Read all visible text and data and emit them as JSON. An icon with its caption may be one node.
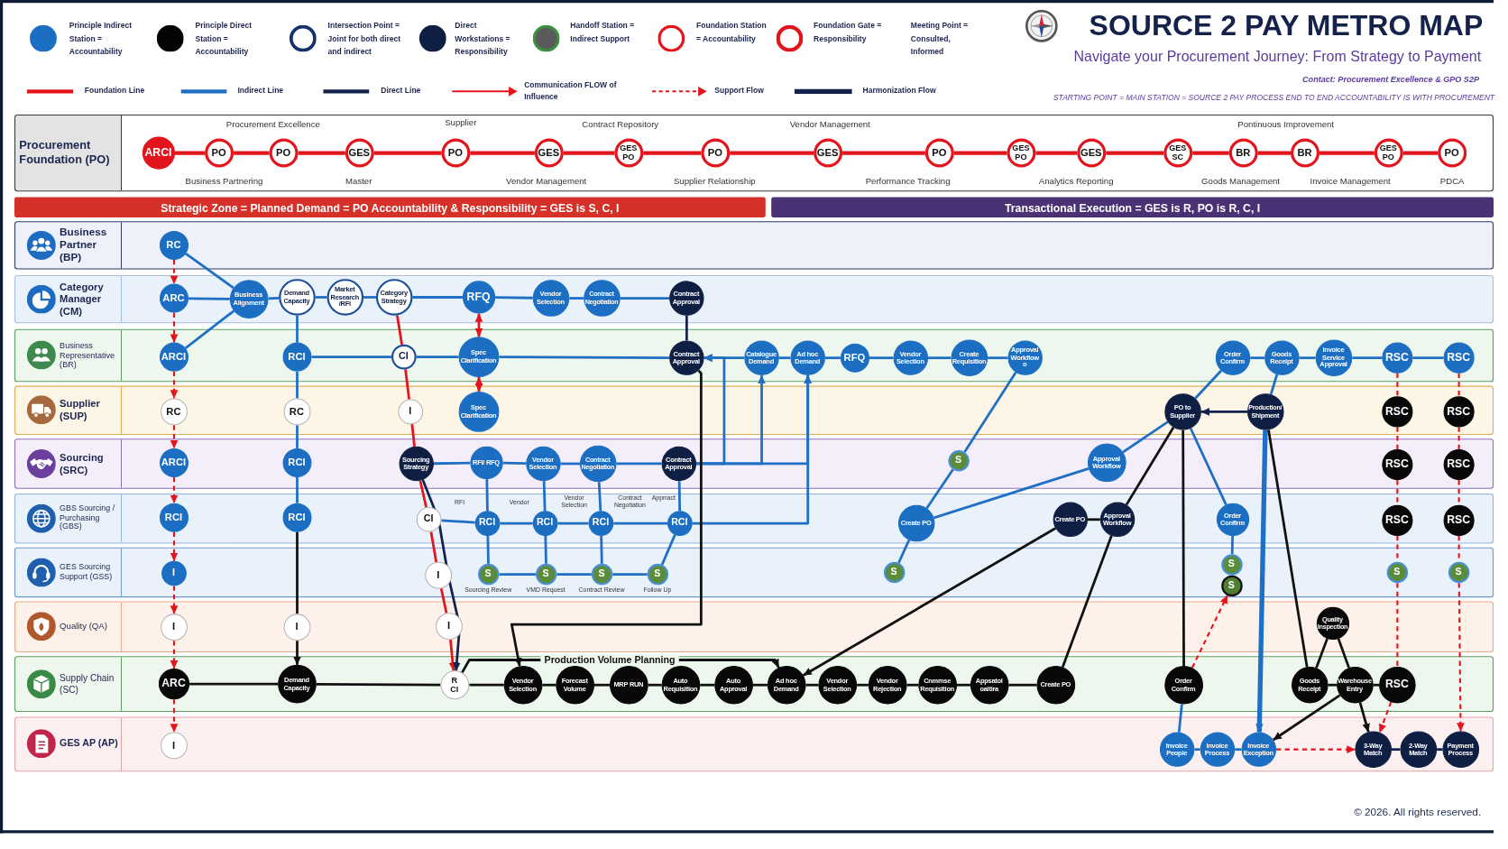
{
  "diagram": {
    "title": "SOURCE 2 PAY METRO MAP",
    "nodes": [
      {
        "text": [
          "Procurement Foundation (PO)"
        ]
      },
      {
        "text": [
          "ARCI"
        ],
        "in": 0
      },
      {
        "text": [
          "PO"
        ],
        "in": 0
      },
      {
        "text": [
          "PO"
        ],
        "in": 0
      },
      {
        "text": [
          "GES"
        ],
        "in": 0
      },
      {
        "text": [
          "PO"
        ],
        "in": 0
      },
      {
        "text": [
          "GES"
        ],
        "in": 0
      },
      {
        "text": [
          "GES PO"
        ],
        "in": 0
      },
      {
        "text": [
          "PO"
        ],
        "in": 0
      },
      {
        "text": [
          "GES"
        ],
        "in": 0
      },
      {
        "text": [
          "PO"
        ],
        "in": 0
      },
      {
        "text": [
          "GES PO"
        ],
        "in": 0
      },
      {
        "text": [
          "GES"
        ],
        "in": 0
      },
      {
        "text": [
          "GES SC"
        ],
        "in": 0
      },
      {
        "text": [
          "BR"
        ],
        "in": 0
      },
      {
        "text": [
          "BR"
        ],
        "in": 0
      },
      {
        "text": [
          "GES PO"
        ],
        "in": 0
      },
      {
        "text": [
          "PO"
        ],
        "in": 0
      },
      {
        "text": [
          "Strategic Zone = Planned Demand = PO Accountability & Responsibility = GES is S, C, I"
        ]
      },
      {
        "text": [
          "Transactional Execution = GES is R, PO is R, C, I"
        ]
      },
      {
        "text": [
          "Business Partner (BP)"
        ]
      },
      {
        "text": [
          "RC"
        ],
        "in": 20
      },
      {
        "text": [
          "Category Manager (CM)"
        ]
      },
      {
        "text": [
          "ARC"
        ],
        "in": 22
      },
      {
        "text": [
          "Business Alignment"
        ],
        "in": 22
      },
      {
        "text": [
          "Demand Capacity"
        ],
        "in": 22
      },
      {
        "text": [
          "Market Research /RFI"
        ],
        "in": 22
      },
      {
        "text": [
          "Category Strategy"
        ],
        "in": 22
      },
      {
        "text": [
          "RFQ"
        ],
        "in": 22
      },
      {
        "text": [
          "Vendor Selection"
        ],
        "in": 22
      },
      {
        "text": [
          "Contract Negotiation"
        ],
        "in": 22
      },
      {
        "text": [
          "Contract Approval"
        ],
        "in": 22
      },
      {
        "text": [
          "Business Representative (BR)"
        ]
      },
      {
        "text": [
          "ARCI"
        ],
        "in": 32
      },
      {
        "text": [
          "RCI"
        ],
        "in": 32
      },
      {
        "text": [
          "CI"
        ],
        "in": 32
      },
      {
        "text": [
          "Spec Clarification"
        ],
        "in": 32
      },
      {
        "text": [
          "Contract Approval"
        ],
        "in": 32
      },
      {
        "text": [
          "Catalogue Demand"
        ],
        "in": 32
      },
      {
        "text": [
          "Ad hoc Demand"
        ],
        "in": 32
      },
      {
        "text": [
          "RFQ"
        ],
        "in": 32
      },
      {
        "text": [
          "Vendor Selection"
        ],
        "in": 32
      },
      {
        "text": [
          "Create Requisition"
        ],
        "in": 32
      },
      {
        "text": [
          "Approval Workflow o"
        ],
        "in": 32
      },
      {
        "text": [
          "Order Confirm"
        ],
        "in": 32
      },
      {
        "text": [
          "Goods Receipt"
        ],
        "in": 32
      },
      {
        "text": [
          "Invoice Service Approval"
        ],
        "in": 32
      },
      {
        "text": [
          "RSC"
        ],
        "in": 32
      },
      {
        "text": [
          "RSC"
        ],
        "in": 32
      },
      {
        "text": [
          "Supplier (SUP)"
        ]
      },
      {
        "text": [
          "RC"
        ],
        "in": 49
      },
      {
        "text": [
          "RC"
        ],
        "in": 49
      },
      {
        "text": [
          "I"
        ],
        "in": 49
      },
      {
        "text": [
          "Spec Clarification"
        ],
        "in": 49
      },
      {
        "text": [
          "PO to Supplier"
        ],
        "in": 49
      },
      {
        "text": [
          "Production/ Shipment"
        ],
        "in": 49
      },
      {
        "text": [
          "RSC"
        ],
        "in": 49
      },
      {
        "text": [
          "RSC"
        ],
        "in": 49
      },
      {
        "text": [
          "Sourcing (SRC)"
        ]
      },
      {
        "text": [
          "ARCI"
        ],
        "in": 58
      },
      {
        "text": [
          "RCI"
        ],
        "in": 58
      },
      {
        "text": [
          "Sourcing Strategy"
        ],
        "in": 58
      },
      {
        "text": [
          "RFI/ RFQ"
        ],
        "in": 58
      },
      {
        "text": [
          "Vendor Selection"
        ],
        "in": 58
      },
      {
        "text": [
          "Contract Negotiation"
        ],
        "in": 58
      },
      {
        "text": [
          "Contract Approval"
        ],
        "in": 58
      },
      {
        "text": [
          "S"
        ],
        "in": 58
      },
      {
        "text": [
          "Approval Workflow"
        ],
        "in": 58
      },
      {
        "text": [
          "RSC"
        ],
        "in": 58
      },
      {
        "text": [
          "RSC"
        ],
        "in": 58
      },
      {
        "text": [
          "GBS Sourcing / Purchasing (GBS)"
        ]
      },
      {
        "text": [
          "RCI"
        ],
        "in": 70
      },
      {
        "text": [
          "RCI"
        ],
        "in": 70
      },
      {
        "text": [
          "CI"
        ],
        "in": 70
      },
      {
        "text": [
          "RCI"
        ],
        "in": 70
      },
      {
        "text": [
          "RCI"
        ],
        "in": 70
      },
      {
        "text": [
          "RCI"
        ],
        "in": 70
      },
      {
        "text": [
          "RCI"
        ],
        "in": 70
      },
      {
        "text": [
          "Create PO"
        ],
        "in": 70
      },
      {
        "text": [
          "Create PO"
        ],
        "in": 70
      },
      {
        "text": [
          "Approval Workflow"
        ],
        "in": 70
      },
      {
        "text": [
          "Order Confirm"
        ],
        "in": 70
      },
      {
        "text": [
          "RSC"
        ],
        "in": 70
      },
      {
        "text": [
          "RSC"
        ],
        "in": 70
      },
      {
        "text": [
          "GES Sourcing Support (GSS)"
        ]
      },
      {
        "text": [
          "I"
        ],
        "in": 84
      },
      {
        "text": [
          "I"
        ],
        "in": 84
      },
      {
        "text": [
          "S"
        ],
        "in": 84,
        "beside": [
          "Sourcing Review"
        ]
      },
      {
        "text": [
          "S"
        ],
        "in": 84,
        "beside": [
          "VMD Request"
        ]
      },
      {
        "text": [
          "S"
        ],
        "in": 84,
        "beside": [
          "Contract Review"
        ]
      },
      {
        "text": [
          "S"
        ],
        "in": 84,
        "beside": [
          "Follow Up"
        ]
      },
      {
        "text": [
          "S"
        ],
        "in": 84
      },
      {
        "text": [
          "S"
        ],
        "in": 84
      },
      {
        "text": [
          "S"
        ],
        "in": 84
      },
      {
        "text": [
          "S"
        ],
        "in": 84
      },
      {
        "text": [
          "S"
        ],
        "in": 84
      },
      {
        "text": [
          "Quality (QA)"
        ]
      },
      {
        "text": [
          "I"
        ],
        "in": 96
      },
      {
        "text": [
          "I"
        ],
        "in": 96
      },
      {
        "text": [
          "I"
        ],
        "in": 96
      },
      {
        "text": [
          "Quality Inspection"
        ],
        "in": 96
      },
      {
        "text": [
          "Supply Chain (SC)"
        ]
      },
      {
        "text": [
          "ARC"
        ],
        "in": 101
      },
      {
        "text": [
          "Demand Capacity"
        ],
        "in": 101
      },
      {
        "text": [
          "R CI"
        ],
        "in": 101
      },
      {
        "text": [
          "Vendor Selection"
        ],
        "in": 101
      },
      {
        "text": [
          "Forecast Volume"
        ],
        "in": 101
      },
      {
        "text": [
          "MRP RUN"
        ],
        "in": 101
      },
      {
        "text": [
          "Auto Requisition"
        ],
        "in": 101
      },
      {
        "text": [
          "Auto Approval"
        ],
        "in": 101
      },
      {
        "text": [
          "Ad hoc Demand"
        ],
        "in": 101
      },
      {
        "text": [
          "Vendor Selection"
        ],
        "in": 101
      },
      {
        "text": [
          "Vendor Rejection"
        ],
        "in": 101
      },
      {
        "text": [
          "Cnmmse Requisition"
        ],
        "in": 101
      },
      {
        "text": [
          "Appsatol oaitira"
        ],
        "in": 101
      },
      {
        "text": [
          "Create PO"
        ],
        "in": 101
      },
      {
        "text": [
          "Order Confirm"
        ],
        "in": 101
      },
      {
        "text": [
          "Goods Receipt"
        ],
        "in": 101
      },
      {
        "text": [
          "Warehouse Entry"
        ],
        "in": 101
      },
      {
        "text": [
          "RSC"
        ],
        "in": 101
      },
      {
        "text": [
          "GES AP (AP)"
        ]
      },
      {
        "text": [
          "I"
        ],
        "in": 120
      },
      {
        "text": [
          "Invoice People"
        ],
        "in": 120
      },
      {
        "text": [
          "Invoice Process"
        ],
        "in": 120
      },
      {
        "text": [
          "Invoice Exception"
        ],
        "in": 120
      },
      {
        "text": [
          "3-Way Match"
        ],
        "in": 120
      },
      {
        "text": [
          "2-Way Match"
        ],
        "in": 120
      },
      {
        "text": [
          "Payment Process"
        ],
        "in": 120
      }
    ],
    "edges": [
      {
        "from": 1,
        "to": 2,
        "arrow": "none",
        "color": "#e3141b"
      },
      {
        "from": 2,
        "to": 3,
        "arrow": "none",
        "color": "#e3141b"
      },
      {
        "from": 3,
        "to": 4,
        "arrow": "none",
        "color": "#e3141b"
      },
      {
        "from": 4,
        "to": 5,
        "arrow": "none",
        "color": "#e3141b"
      },
      {
        "from": 5,
        "to": 6,
        "arrow": "none",
        "color": "#e3141b"
      },
      {
        "from": 6,
        "to": 7,
        "arrow": "none",
        "color": "#e3141b"
      },
      {
        "from": 7,
        "to": 8,
        "arrow": "none",
        "color": "#e3141b"
      },
      {
        "from": 8,
        "to": 9,
        "arrow": "none",
        "color": "#e3141b"
      },
      {
        "from": 9,
        "to": 10,
        "arrow": "none",
        "color": "#e3141b"
      },
      {
        "from": 10,
        "to": 11,
        "arrow": "none",
        "color": "#e3141b"
      },
      {
        "from": 11,
        "to": 12,
        "arrow": "none",
        "color": "#e3141b"
      },
      {
        "from": 12,
        "to": 13,
        "arrow": "none",
        "color": "#e3141b"
      },
      {
        "from": 13,
        "to": 14,
        "arrow": "none",
        "color": "#e3141b"
      },
      {
        "from": 14,
        "to": 15,
        "arrow": "none",
        "color": "#e3141b"
      },
      {
        "from": 15,
        "to": 16,
        "arrow": "none",
        "color": "#e3141b"
      },
      {
        "from": 16,
        "to": 17,
        "arrow": "none",
        "color": "#e3141b"
      },
      {
        "from": 21,
        "to": 23,
        "arrow": "to",
        "style": "dashed",
        "color": "#e3141b"
      },
      {
        "from": 23,
        "to": 33,
        "arrow": "to",
        "style": "dashed",
        "color": "#e3141b"
      },
      {
        "from": 33,
        "to": 50,
        "arrow": "to",
        "style": "dashed",
        "color": "#e3141b"
      },
      {
        "from": 50,
        "to": 59,
        "arrow": "to",
        "style": "dashed",
        "color": "#e3141b"
      },
      {
        "from": 59,
        "to": 71,
        "arrow": "to",
        "style": "dashed",
        "color": "#e3141b"
      },
      {
        "from": 71,
        "to": 85,
        "arrow": "to",
        "style": "dashed",
        "color": "#e3141b"
      },
      {
        "from": 85,
        "to": 97,
        "arrow": "to",
        "style": "dashed",
        "color": "#e3141b"
      },
      {
        "from": 97,
        "to": 102,
        "arrow": "to",
        "style": "dashed",
        "color": "#e3141b"
      },
      {
        "from": 102,
        "to": 121,
        "arrow": "to",
        "style": "dashed",
        "color": "#e3141b"
      },
      {
        "from": 21,
        "to": 24,
        "arrow": "none"
      },
      {
        "from": 23,
        "to": 24,
        "arrow": "none"
      },
      {
        "from": 33,
        "to": 24,
        "arrow": "none"
      },
      {
        "from": 24,
        "to": 25,
        "arrow": "none"
      },
      {
        "from": 25,
        "to": 26,
        "arrow": "none"
      },
      {
        "from": 26,
        "to": 27,
        "arrow": "none"
      },
      {
        "from": 27,
        "to": 28,
        "arrow": "none"
      },
      {
        "from": 28,
        "to": 29,
        "arrow": "none"
      },
      {
        "from": 29,
        "to": 30,
        "arrow": "none"
      },
      {
        "from": 30,
        "to": 31,
        "arrow": "none"
      },
      {
        "from": 31,
        "to": 37,
        "arrow": "none",
        "color": "#14224d"
      },
      {
        "from": 25,
        "to": 34,
        "arrow": "none"
      },
      {
        "from": 34,
        "to": 51,
        "arrow": "none"
      },
      {
        "from": 51,
        "to": 60,
        "arrow": "none"
      },
      {
        "from": 60,
        "to": 72,
        "arrow": "none"
      },
      {
        "from": 72,
        "to": 98,
        "arrow": "none",
        "color": "#111111"
      },
      {
        "from": 98,
        "to": 103,
        "arrow": "to",
        "color": "#111111"
      },
      {
        "from": 34,
        "to": 35,
        "arrow": "none"
      },
      {
        "from": 35,
        "to": 36,
        "arrow": "none"
      },
      {
        "from": 36,
        "to": 37,
        "arrow": "none"
      },
      {
        "from": 28,
        "to": 36,
        "arrow": "both",
        "color": "#e3141b"
      },
      {
        "from": 36,
        "to": 53,
        "arrow": "both",
        "color": "#e3141b"
      },
      {
        "from": 27,
        "to": 35,
        "arrow": "none",
        "color": "#e3141b"
      },
      {
        "from": 35,
        "to": 52,
        "arrow": "none",
        "color": "#e3141b"
      },
      {
        "from": 52,
        "to": 61,
        "arrow": "none",
        "color": "#e3141b"
      },
      {
        "from": 61,
        "to": 73,
        "arrow": "none",
        "color": "#e3141b"
      },
      {
        "from": 73,
        "to": 86,
        "arrow": "none",
        "color": "#e3141b"
      },
      {
        "from": 86,
        "to": 99,
        "arrow": "none",
        "color": "#e3141b"
      },
      {
        "from": 99,
        "to": 104,
        "arrow": "to",
        "color": "#e3141b"
      },
      {
        "from": 61,
        "to": 104,
        "arrow": "to",
        "color": "#14224d"
      },
      {
        "from": 61,
        "to": 62,
        "arrow": "none"
      },
      {
        "from": 62,
        "to": 63,
        "arrow": "none"
      },
      {
        "from": 63,
        "to": 64,
        "arrow": "none"
      },
      {
        "from": 64,
        "to": 65,
        "arrow": "none"
      },
      {
        "from": 65,
        "to": 37,
        "arrow": "to"
      },
      {
        "from": 38,
        "to": 37,
        "arrow": "to"
      },
      {
        "from": 65,
        "to": 38,
        "arrow": "to"
      },
      {
        "from": 65,
        "to": 39,
        "arrow": "to"
      },
      {
        "from": 77,
        "to": 39,
        "arrow": "to"
      },
      {
        "from": 73,
        "to": 74,
        "arrow": "none"
      },
      {
        "from": 74,
        "to": 75,
        "arrow": "none"
      },
      {
        "from": 75,
        "to": 76,
        "arrow": "none"
      },
      {
        "from": 76,
        "to": 77,
        "arrow": "none"
      },
      {
        "from": 62,
        "to": 74,
        "arrow": "none"
      },
      {
        "from": 74,
        "to": 87,
        "arrow": "none"
      },
      {
        "from": 63,
        "to": 75,
        "arrow": "none"
      },
      {
        "from": 75,
        "to": 88,
        "arrow": "none"
      },
      {
        "from": 64,
        "to": 76,
        "arrow": "none"
      },
      {
        "from": 76,
        "to": 89,
        "arrow": "none"
      },
      {
        "from": 65,
        "to": 77,
        "arrow": "none"
      },
      {
        "from": 77,
        "to": 90,
        "arrow": "none"
      },
      {
        "from": 87,
        "to": 88,
        "arrow": "none"
      },
      {
        "from": 88,
        "to": 89,
        "arrow": "none"
      },
      {
        "from": 89,
        "to": 90,
        "arrow": "none"
      },
      {
        "from": 38,
        "to": 39,
        "arrow": "none"
      },
      {
        "from": 39,
        "to": 40,
        "arrow": "none"
      },
      {
        "from": 40,
        "to": 41,
        "arrow": "none"
      },
      {
        "from": 41,
        "to": 42,
        "arrow": "none"
      },
      {
        "from": 42,
        "to": 43,
        "arrow": "none"
      },
      {
        "from": 43,
        "to": 66,
        "arrow": "none"
      },
      {
        "from": 66,
        "to": 78,
        "arrow": "none"
      },
      {
        "from": 78,
        "to": 91,
        "arrow": "none"
      },
      {
        "from": 78,
        "to": 67,
        "arrow": "none"
      },
      {
        "from": 67,
        "to": 54,
        "arrow": "none"
      },
      {
        "from": 54,
        "to": 44,
        "arrow": "none"
      },
      {
        "from": 44,
        "to": 45,
        "arrow": "none"
      },
      {
        "from": 45,
        "to": 46,
        "arrow": "none"
      },
      {
        "from": 46,
        "to": 47,
        "arrow": "none"
      },
      {
        "from": 47,
        "to": 48,
        "arrow": "none"
      },
      {
        "from": 45,
        "to": 55,
        "arrow": "none"
      },
      {
        "from": 55,
        "to": 54,
        "arrow": "to",
        "color": "#14224d"
      },
      {
        "from": 47,
        "to": 56,
        "arrow": "none",
        "style": "dashed",
        "color": "#e3141b"
      },
      {
        "from": 56,
        "to": 68,
        "arrow": "none",
        "style": "dashed",
        "color": "#e3141b"
      },
      {
        "from": 68,
        "to": 82,
        "arrow": "none",
        "style": "dashed",
        "color": "#e3141b"
      },
      {
        "from": 82,
        "to": 94,
        "arrow": "none",
        "style": "dashed",
        "color": "#e3141b"
      },
      {
        "from": 94,
        "to": 119,
        "arrow": "none",
        "style": "dashed",
        "color": "#e3141b"
      },
      {
        "from": 119,
        "to": 125,
        "arrow": "to",
        "style": "dashed",
        "color": "#e3141b"
      },
      {
        "from": 48,
        "to": 57,
        "arrow": "none",
        "style": "dashed",
        "color": "#e3141b"
      },
      {
        "from": 57,
        "to": 69,
        "arrow": "none",
        "style": "dashed",
        "color": "#e3141b"
      },
      {
        "from": 69,
        "to": 83,
        "arrow": "none",
        "style": "dashed",
        "color": "#e3141b"
      },
      {
        "from": 83,
        "to": 95,
        "arrow": "none",
        "style": "dashed",
        "color": "#e3141b"
      },
      {
        "from": 95,
        "to": 127,
        "arrow": "to",
        "style": "dashed",
        "color": "#e3141b"
      },
      {
        "from": 54,
        "to": 81,
        "arrow": "none"
      },
      {
        "from": 81,
        "to": 92,
        "arrow": "none"
      },
      {
        "from": 116,
        "to": 93,
        "arrow": "to",
        "style": "dashed",
        "color": "#e3141b"
      },
      {
        "from": 54,
        "to": 116,
        "arrow": "none",
        "color": "#111111"
      },
      {
        "from": 54,
        "to": 80,
        "arrow": "none",
        "color": "#111111"
      },
      {
        "from": 80,
        "to": 79,
        "arrow": "none",
        "color": "#111111"
      },
      {
        "from": 79,
        "to": 110,
        "arrow": "to",
        "color": "#111111"
      },
      {
        "from": 80,
        "to": 115,
        "arrow": "none",
        "color": "#111111"
      },
      {
        "from": 116,
        "to": 122,
        "arrow": "none"
      },
      {
        "from": 122,
        "to": 123,
        "arrow": "none"
      },
      {
        "from": 123,
        "to": 124,
        "arrow": "none"
      },
      {
        "from": 55,
        "to": 124,
        "arrow": "to",
        "style": "thick"
      },
      {
        "from": 55,
        "to": 117,
        "arrow": "none",
        "color": "#111111"
      },
      {
        "from": 100,
        "to": 117,
        "arrow": "none",
        "color": "#111111"
      },
      {
        "from": 100,
        "to": 118,
        "arrow": "none",
        "color": "#111111"
      },
      {
        "from": 117,
        "to": 118,
        "arrow": "none",
        "color": "#111111"
      },
      {
        "from": 118,
        "to": 119,
        "arrow": "none",
        "color": "#111111"
      },
      {
        "from": 118,
        "to": 124,
        "arrow": "to",
        "color": "#111111"
      },
      {
        "from": 118,
        "to": 125,
        "arrow": "to",
        "color": "#111111"
      },
      {
        "from": 124,
        "to": 125,
        "arrow": "to",
        "style": "dashed",
        "color": "#e3141b"
      },
      {
        "from": 125,
        "to": 126,
        "arrow": "none",
        "color": "#14224d"
      },
      {
        "from": 126,
        "to": 127,
        "arrow": "none",
        "color": "#14224d"
      },
      {
        "from": 102,
        "to": 103,
        "arrow": "none",
        "color": "#111111"
      },
      {
        "from": 103,
        "to": 104,
        "arrow": "none",
        "color": "#111111"
      },
      {
        "from": 104,
        "to": 105,
        "arrow": "none",
        "color": "#111111"
      },
      {
        "from": 105,
        "to": 106,
        "arrow": "none",
        "color": "#111111"
      },
      {
        "from": 106,
        "to": 107,
        "arrow": "none",
        "color": "#111111"
      },
      {
        "from": 107,
        "to": 108,
        "arrow": "none",
        "color": "#111111"
      },
      {
        "from": 108,
        "to": 109,
        "arrow": "none",
        "color": "#111111"
      },
      {
        "from": 109,
        "to": 110,
        "arrow": "none",
        "color": "#111111"
      },
      {
        "from": 110,
        "to": 111,
        "arrow": "none",
        "color": "#111111"
      },
      {
        "from": 111,
        "to": 112,
        "arrow": "none",
        "color": "#111111"
      },
      {
        "from": 112,
        "to": 113,
        "arrow": "none",
        "color": "#111111"
      },
      {
        "from": 113,
        "to": 114,
        "arrow": "none",
        "color": "#111111"
      },
      {
        "from": 114,
        "to": 115,
        "arrow": "none",
        "color": "#111111"
      },
      {
        "from": 37,
        "to": 105,
        "arrow": "to",
        "color": "#111111"
      },
      {
        "from": 104,
        "to": 110,
        "arrow": "to",
        "label": "Production Volume Planning",
        "color": "#111111"
      }
    ],
    "labels": [
      "Navigate your Procurement Journey: From Strategy to Payment",
      "Contact: Procurement Excellence & GPO S2P",
      "STARTING POINT = MAIN STATION = SOURCE 2 PAY PROCESS END TO END ACCOUNTABILITY IS WITH PROCUREMENT",
      "Procurement Excellence",
      "Supplier",
      "Contract Repository",
      "Vendor Management",
      "Pontinuous Improvement",
      "Business Partnering",
      "Master",
      "Vendor Management",
      "Supplier Relationship",
      "Performance Tracking",
      "Analytics Reporting",
      "Goods Management",
      "Invoice Management",
      "PDCA",
      "RFI",
      "Vendor",
      "Vendor Selection",
      "Contract Negotiation",
      "Apprract",
      "© 2026. All rights reserved."
    ],
    "legend": [
      {
        "text": "Principle Indirect Station = Accountability"
      },
      {
        "text": "Principle Direct Station = Accountability"
      },
      {
        "text": "Intersection Point = Joint for both direct and indirect"
      },
      {
        "text": "Direct Workstations = Responsibility"
      },
      {
        "text": "Handoff Station = Indirect Support"
      },
      {
        "text": "Foundation Station = Accountability"
      },
      {
        "text": "Foundation Gate = Responsibility"
      },
      {
        "text": "Meeting Point = Consulted, Informed"
      },
      {
        "text": "Foundation Line"
      },
      {
        "text": "Indirect Line"
      },
      {
        "text": "Direct Line"
      },
      {
        "text": "Communication FLOW of Influence"
      },
      {
        "text": "Support Flow"
      },
      {
        "text": "Harmonization Flow"
      }
    ]
  }
}
